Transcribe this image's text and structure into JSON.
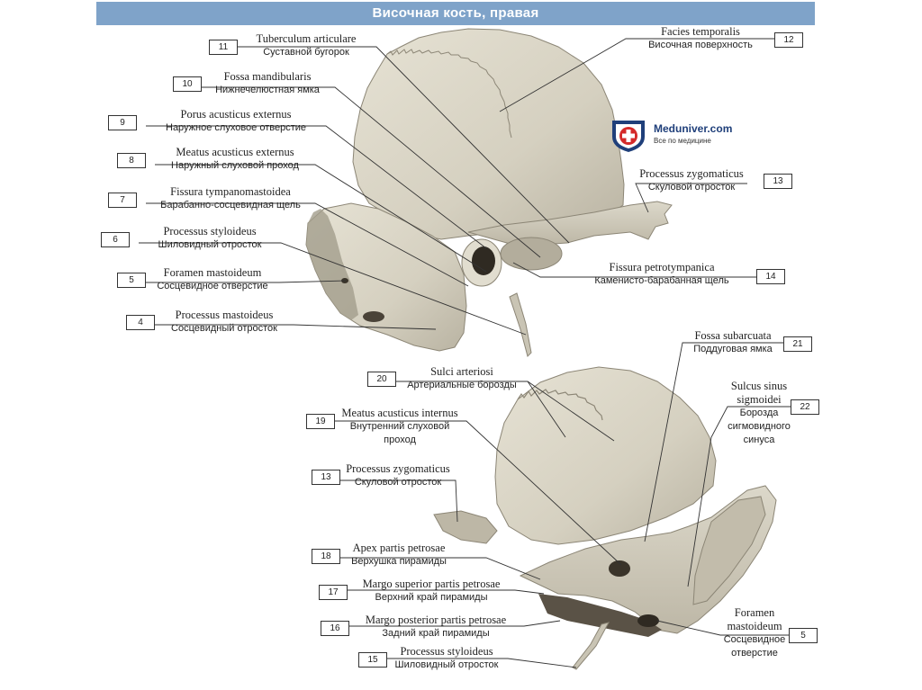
{
  "title": "Височная кость, правая",
  "logo": {
    "name": "Meduniver.com",
    "tagline": "Все по медицине"
  },
  "labels": {
    "l11": {
      "num": "11",
      "latin": "Tuberculum articulare",
      "russian": "Суставной бугорок"
    },
    "l10": {
      "num": "10",
      "latin": "Fossa mandibularis",
      "russian": "Нижнечелюстная ямка"
    },
    "l9": {
      "num": "9",
      "latin": "Porus acusticus externus",
      "russian": "Наружное слуховое отверстие"
    },
    "l8": {
      "num": "8",
      "latin": "Meatus acusticus externus",
      "russian": "Наружный слуховой проход"
    },
    "l7": {
      "num": "7",
      "latin": "Fissura tympanomastoidea",
      "russian": "Барабанно-сосцевидная щель"
    },
    "l6": {
      "num": "6",
      "latin": "Processus styloideus",
      "russian": "Шиловидный отросток"
    },
    "l5a": {
      "num": "5",
      "latin": "Foramen mastoideum",
      "russian": "Сосцевидное отверстие"
    },
    "l4": {
      "num": "4",
      "latin": "Processus mastoideus",
      "russian": "Сосцевидный отросток"
    },
    "l12": {
      "num": "12",
      "latin": "Facies temporalis",
      "russian": "Височная поверхность"
    },
    "l13a": {
      "num": "13",
      "latin": "Processus zygomaticus",
      "russian": "Скуловой отросток"
    },
    "l14": {
      "num": "14",
      "latin": "Fissura petrotympanica",
      "russian": "Каменисто-барабанная щель"
    },
    "l20": {
      "num": "20",
      "latin": "Sulci arteriosi",
      "russian": "Артериальные борозды"
    },
    "l19": {
      "num": "19",
      "latin": "Meatus acusticus internus",
      "russian1": "Внутренний слуховой",
      "russian2": "проход"
    },
    "l13b": {
      "num": "13",
      "latin": "Processus zygomaticus",
      "russian": "Скуловой отросток"
    },
    "l18": {
      "num": "18",
      "latin": "Apex partis petrosae",
      "russian": "Верхушка пирамиды"
    },
    "l17": {
      "num": "17",
      "latin": "Margo superior partis petrosae",
      "russian": "Верхний край пирамиды"
    },
    "l16": {
      "num": "16",
      "latin": "Margo posterior partis petrosae",
      "russian": "Задний край пирамиды"
    },
    "l15": {
      "num": "15",
      "latin": "Processus styloideus",
      "russian": "Шиловидный отросток"
    },
    "l21": {
      "num": "21",
      "latin": "Fossa subarcuata",
      "russian": "Поддуговая ямка"
    },
    "l22": {
      "num": "22",
      "latin1": "Sulcus sinus",
      "latin2": "sigmoidei",
      "russian1": "Борозда",
      "russian2": "сигмовидного",
      "russian3": "синуса"
    },
    "l5b": {
      "num": "5",
      "latin1": "Foramen",
      "latin2": "mastoideum",
      "russian1": "Сосцевидное",
      "russian2": "отверстие"
    }
  },
  "colors": {
    "title_bar": "#7fa3c9",
    "bone": "#d9d5c6",
    "bone_shadow": "#a8a394",
    "bone_dark": "#4a4338",
    "leader": "#333333",
    "logo_red": "#d42a2a",
    "logo_blue": "#1f3f7a"
  }
}
